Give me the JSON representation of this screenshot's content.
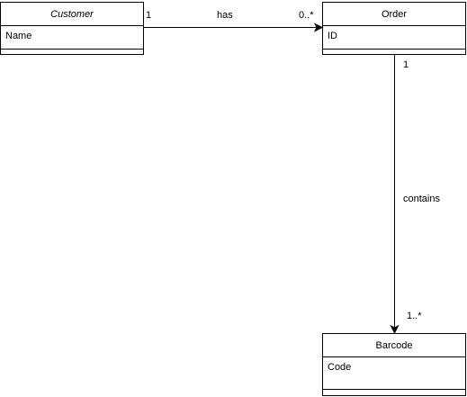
{
  "classes": {
    "customer": {
      "name": "Customer",
      "attribute": "Name"
    },
    "order": {
      "name": "Order",
      "attribute": "ID"
    },
    "barcode": {
      "name": "Barcode",
      "attribute": "Code"
    }
  },
  "associations": {
    "has": {
      "label": "has",
      "source_multiplicity": "1",
      "target_multiplicity": "0..*"
    },
    "contains": {
      "label": "contains",
      "source_multiplicity": "1",
      "target_multiplicity": "1..*"
    }
  },
  "colors": {
    "line": "#000000",
    "box_fill": "#ffffff"
  }
}
